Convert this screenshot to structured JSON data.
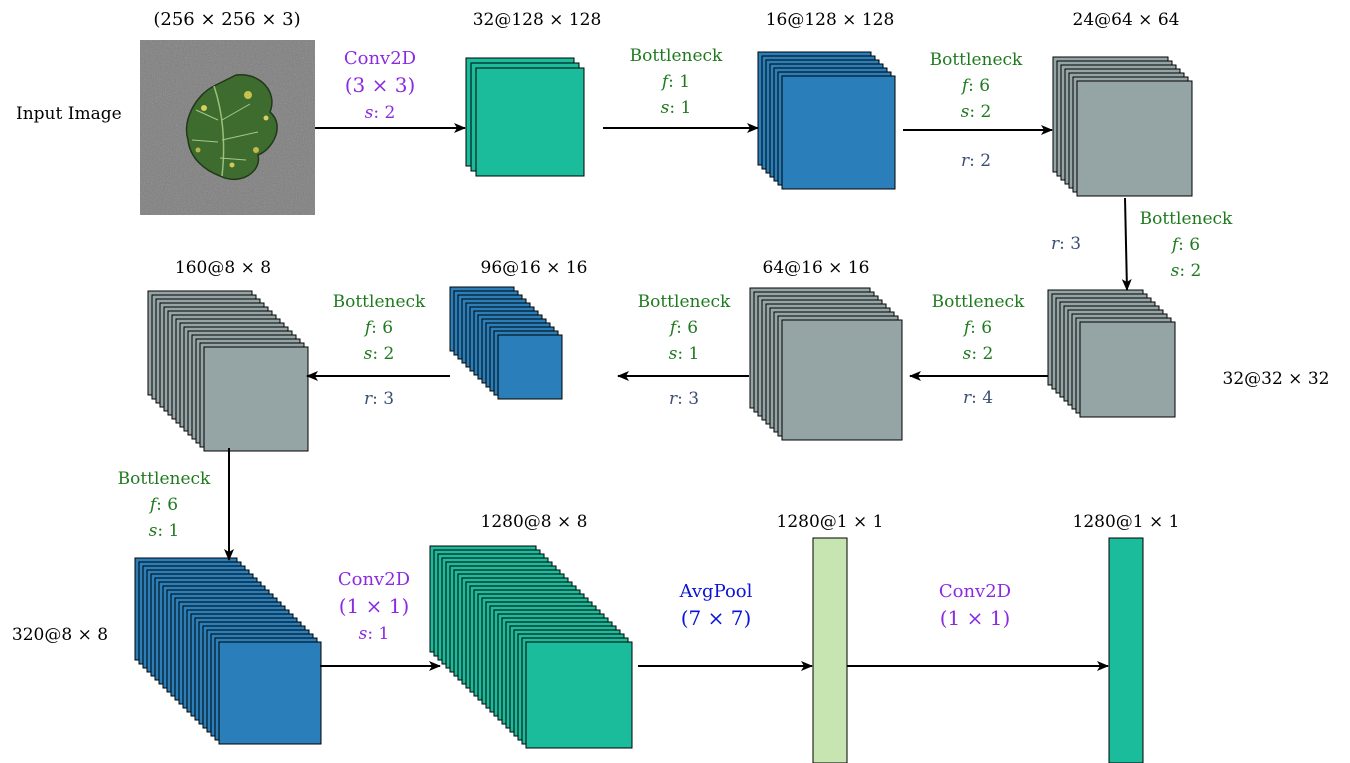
{
  "colors": {
    "conv_teal": "#1abc9c",
    "blue": "#2a7fba",
    "gray": "#95a5a6",
    "light_green": "#c6e5b0",
    "bottleneck_label": "#1f7a1f",
    "conv_label": "#8a2be2",
    "repeat_label": "#3b4f73",
    "avgpool_label": "#0a14d8"
  },
  "input": {
    "label": "Input Image",
    "dims": "(256 × 256 × 3)"
  },
  "blocks": [
    {
      "id": "b1",
      "dims": "32@128 × 128",
      "color": "conv_teal"
    },
    {
      "id": "b2",
      "dims": "16@128 × 128",
      "color": "blue"
    },
    {
      "id": "b3",
      "dims": "24@64 × 64",
      "color": "gray"
    },
    {
      "id": "b4",
      "dims": "32@32 × 32",
      "color": "gray"
    },
    {
      "id": "b5",
      "dims": "64@16 × 16",
      "color": "gray"
    },
    {
      "id": "b6",
      "dims": "96@16 × 16",
      "color": "blue"
    },
    {
      "id": "b7",
      "dims": "160@8 × 8",
      "color": "gray"
    },
    {
      "id": "b8",
      "dims": "320@8 × 8",
      "color": "blue"
    },
    {
      "id": "b9",
      "dims": "1280@8 × 8",
      "color": "conv_teal"
    },
    {
      "id": "b10",
      "dims": "1280@1 × 1",
      "color": "light_green"
    },
    {
      "id": "b11",
      "dims": "1280@1 × 1",
      "color": "conv_teal"
    }
  ],
  "ops": [
    {
      "id": "op1",
      "name": "Conv2D",
      "kernel": "(3 × 3)",
      "s": "2",
      "type": "conv"
    },
    {
      "id": "op2",
      "name": "Bottleneck",
      "f": "1",
      "s": "1",
      "type": "bottleneck"
    },
    {
      "id": "op3",
      "name": "Bottleneck",
      "f": "6",
      "s": "2",
      "r": "2",
      "type": "bottleneck"
    },
    {
      "id": "op4",
      "name": "Bottleneck",
      "f": "6",
      "s": "2",
      "r": "3",
      "type": "bottleneck"
    },
    {
      "id": "op5",
      "name": "Bottleneck",
      "f": "6",
      "s": "2",
      "r": "4",
      "type": "bottleneck"
    },
    {
      "id": "op6",
      "name": "Bottleneck",
      "f": "6",
      "s": "1",
      "r": "3",
      "type": "bottleneck"
    },
    {
      "id": "op7",
      "name": "Bottleneck",
      "f": "6",
      "s": "2",
      "r": "3",
      "type": "bottleneck"
    },
    {
      "id": "op8",
      "name": "Bottleneck",
      "f": "6",
      "s": "1",
      "type": "bottleneck"
    },
    {
      "id": "op9",
      "name": "Conv2D",
      "kernel": "(1 × 1)",
      "s": "1",
      "type": "conv"
    },
    {
      "id": "op10",
      "name": "AvgPool",
      "kernel": "(7 × 7)",
      "type": "avgpool"
    },
    {
      "id": "op11",
      "name": "Conv2D",
      "kernel": "(1 × 1)",
      "type": "conv"
    }
  ]
}
